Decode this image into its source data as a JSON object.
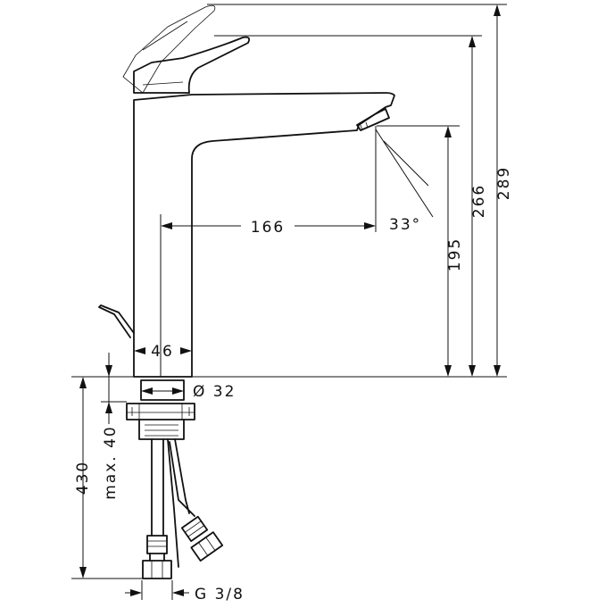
{
  "dimensions": {
    "total_height": "289",
    "spout_top_height": "266",
    "spout_outlet_height": "195",
    "spout_reach": "166",
    "spray_angle": "33°",
    "base_width": "46",
    "hole_diameter": "Ø 32",
    "max_counter_thickness": "max. 40",
    "hose_length": "430",
    "connection_thread": "G 3/8"
  }
}
